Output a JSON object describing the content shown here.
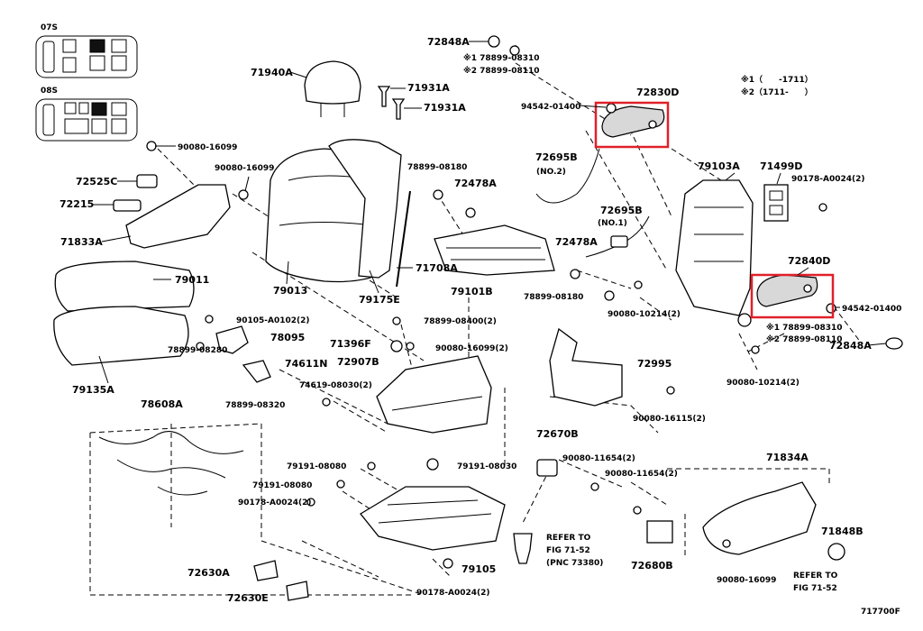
{
  "inset_labels": [
    "07S",
    "08S"
  ],
  "notes": {
    "note1": "※1（　　-1711）",
    "note2": "※2（1711-　　）"
  },
  "labels": {
    "p72848A_top": "72848A",
    "p78899_08310_top": "※1 78899-08310",
    "p78899_08110_top": "※2 78899-08110",
    "p94542_top": "94542-01400",
    "p72830D": "72830D",
    "p71940A": "71940A",
    "p71931A_1": "71931A",
    "p71931A_2": "71931A",
    "p90080_16099_a": "90080-16099",
    "p90080_16099_b": "90080-16099",
    "p72525C": "72525C",
    "p72215": "72215",
    "p71833A": "71833A",
    "p79011": "79011",
    "p79013": "79013",
    "p79175E": "79175E",
    "p71708A": "71708A",
    "p78899_08180_a": "78899-08180",
    "p72478A_1": "72478A",
    "p72695B_1": "72695B",
    "p72695B_1_note": "(NO.2)",
    "p72695B_2": "72695B",
    "p72695B_2_note": "(NO.1)",
    "p72478A_2": "72478A",
    "p79101B": "79101B",
    "p78899_08180_b": "78899-08180",
    "p79103A": "79103A",
    "p71499D": "71499D",
    "p90178_A0024_a": "90178-A0024(2)",
    "p72840D": "72840D",
    "p94542_bot": "94542-01400",
    "p78899_08310_bot": "※1 78899-08310",
    "p78899_08110_bot": "※2 78899-08110",
    "p72848A_bot": "72848A",
    "p90080_10214_a": "90080-10214(2)",
    "p90080_10214_b": "90080-10214(2)",
    "p90105_A0102": "90105-A0102(2)",
    "p78095": "78095",
    "p78899_08280": "78899-08280",
    "p74611N": "74611N",
    "p78899_08320": "78899-08320",
    "p79135A": "79135A",
    "p78899_08400": "78899-08400(2)",
    "p71396F": "71396F",
    "p90080_16099_c": "90080-16099(2)",
    "p72907B": "72907B",
    "p74619_08030": "74619-08030(2)",
    "p72995": "72995",
    "p90080_16115": "90080-16115(2)",
    "p78608A": "78608A",
    "p79191_08080_a": "79191-08080",
    "p79191_08030": "79191-08030",
    "p79191_08080_b": "79191-08080",
    "p90178_A0024_b": "90178-A0024(2)",
    "p72670B": "72670B",
    "p90080_11654_a": "90080-11654(2)",
    "p90080_11654_b": "90080-11654(2)",
    "p71834A": "71834A",
    "p71848B": "71848B",
    "p72680B": "72680B",
    "p90080_16099_d": "90080-16099",
    "p79105": "79105",
    "p90178_A0024_c": "90178-A0024(2)",
    "refer1_l1": "REFER TO",
    "refer1_l2": "FIG 71-52",
    "refer1_l3": "(PNC 73380)",
    "refer2_l1": "REFER TO",
    "refer2_l2": "FIG 71-52",
    "p72630A": "72630A",
    "p72630E": "72630E",
    "fig_id": "717700F"
  }
}
